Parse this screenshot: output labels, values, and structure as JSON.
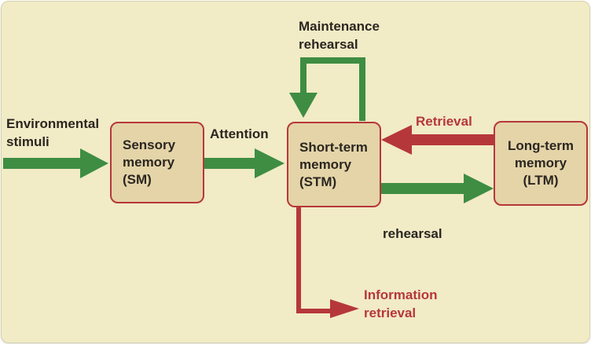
{
  "colors": {
    "background": "#f1ebc6",
    "box_fill": "#e4d4a8",
    "box_border": "#b6373a",
    "green_arrow": "#3e8d43",
    "red_arrow": "#b6373a",
    "label_dark": "#2b2620",
    "label_red": "#b6373a"
  },
  "nodes": {
    "sensory": {
      "label": "Sensory\nmemory\n(SM)"
    },
    "short_term": {
      "label": "Short-term\nmemory\n(STM)"
    },
    "long_term": {
      "label": "Long-term\nmemory\n(LTM)"
    }
  },
  "labels": {
    "environmental_stimuli": "Environmental\nstimuli",
    "attention": "Attention",
    "maintenance_rehearsal": "Maintenance\nrehearsal",
    "retrieval": "Retrieval",
    "rehearsal": "rehearsal",
    "information_retrieval": "Information\nretrieval"
  }
}
